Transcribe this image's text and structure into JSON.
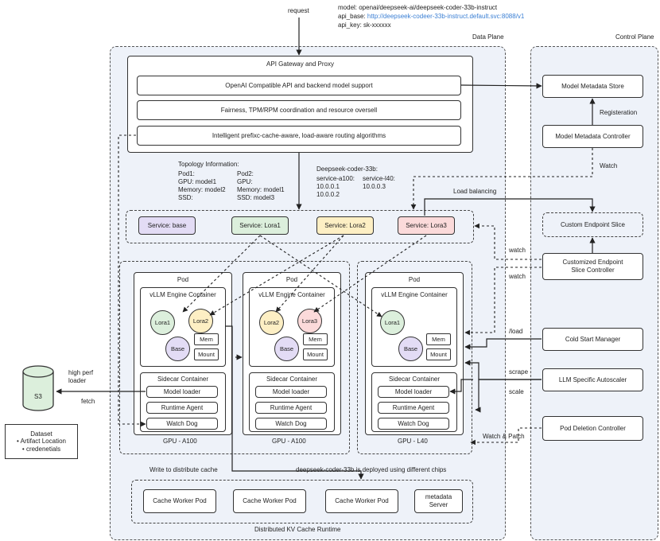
{
  "header": {
    "request": "request",
    "model_line": "model: openai/deepseek-ai/deepseek-coder-33b-instruct",
    "api_base_prefix": "api_base: ",
    "api_base_url": "http://deepseek-codeer-33b-instruct.default.svc:8088/v1",
    "api_key_line": "api_key: sk-xxxxxx"
  },
  "colors": {
    "plane_bg": "#eef2f9",
    "base": "#e3dcf5",
    "lora1": "#dcefdc",
    "lora2": "#fdefc4",
    "lora3": "#fbdada",
    "url": "#3a7fd4"
  },
  "data_plane": {
    "label": "Data Plane",
    "gateway_title": "API Gateway and Proxy",
    "gateway_items": [
      "OpenAI Compatible API and backend model support",
      "Fairness, TPM/RPM coordination and resource oversell",
      "Intelligent prefixc-cache-aware, load-aware  routing algorithms"
    ],
    "topology": {
      "title": "Topology Information:",
      "pod1": "Pod1:\nGPU: model1\nMemory: model2\nSSD:",
      "pod2": "Pod2:\nGPU:\nMemory: model1\nSSD: model3",
      "deepseek_title": "Deepseek-coder-33b:",
      "a100": "service-a100:\n10.0.0.1\n10.0.0.2",
      "l40": "service-l40:\n10.0.0.3"
    },
    "services": [
      "Service: base",
      "Service: Lora1",
      "Service: Lora2",
      "Service: Lora3"
    ],
    "pods": [
      {
        "title": "Pod",
        "engine": "vLLM Engine Container",
        "adapters": [
          "Lora1",
          "Lora2"
        ],
        "base": "Base",
        "mem": "Mem",
        "mount": "Mount",
        "sidecar": "Sidecar Container",
        "sidecar_items": [
          "Model loader",
          "Runtime Agent",
          "Watch Dog"
        ],
        "gpu": "GPU - A100"
      },
      {
        "title": "Pod",
        "engine": "vLLM Engine Container",
        "adapters": [
          "Lora2",
          "Lora3"
        ],
        "base": "Base",
        "mem": "Mem",
        "mount": "Mount",
        "sidecar": "Sidecar Container",
        "sidecar_items": [
          "Model loader",
          "Runtime Agent",
          "Watch Dog"
        ],
        "gpu": "GPU - A100"
      },
      {
        "title": "Pod",
        "engine": "vLLM Engine Container",
        "adapters": [
          "Lora1"
        ],
        "base": "Base",
        "mem": "Mem",
        "mount": "Mount",
        "sidecar": "Sidecar Container",
        "sidecar_items": [
          "Model loader",
          "Runtime Agent",
          "Watch Dog"
        ],
        "gpu": "GPU - L40"
      }
    ],
    "write_cache": "Write to distribute cache",
    "deployed_note": "deepseek-coder-33b is deployed using different chips",
    "cache_items": [
      "Cache Worker Pod",
      "Cache Worker Pod",
      "Cache Worker Pod",
      "metadata\nServer"
    ],
    "kv_cache_label": "Distributed KV Cache Runtime"
  },
  "external": {
    "s3": "S3",
    "high_perf": "high perf\nloader",
    "fetch": "fetch",
    "dataset": "Dataset",
    "dataset_items": [
      "Artifact Location",
      "credenetials"
    ]
  },
  "control_plane": {
    "label": "Control Plane",
    "metadata_store": "Model Metadata Store",
    "registration": "Registeration",
    "metadata_controller": "Model Metadata Controller",
    "watch": "Watch",
    "custom_slice": "Custom Endpoint Slice",
    "slice_controller": "Customized Endpoint\nSlice Controller",
    "cold_start": "Cold Start Manager",
    "autoscaler": "LLM Specific Autoscaler",
    "pod_deletion": "Pod Deletion Controller"
  },
  "edge_labels": {
    "load_balancing": "Load balancing",
    "watch1": "watch",
    "watch2": "watch",
    "load": "/load",
    "scrape": "scrape",
    "scale": "scale",
    "watch_patch": "Watch & Patch"
  }
}
